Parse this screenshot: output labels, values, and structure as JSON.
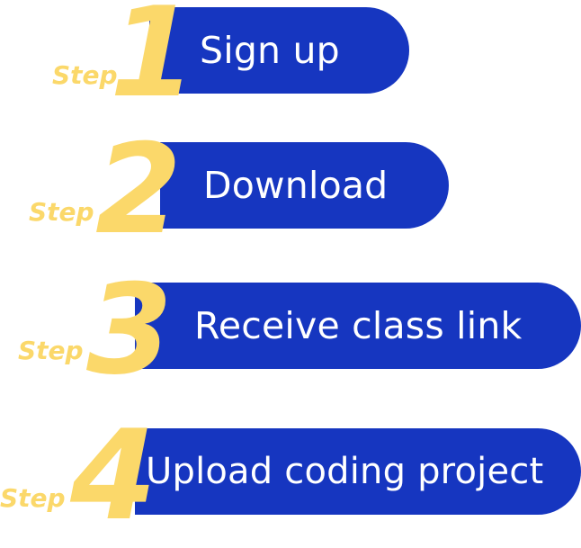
{
  "colors": {
    "pill_background": "#1636c0",
    "pill_text": "#ffffff",
    "step_accent": "#fbd86a"
  },
  "steps": [
    {
      "word": "Step",
      "number": "1",
      "label": "Sign up"
    },
    {
      "word": "Step",
      "number": "2",
      "label": "Download"
    },
    {
      "word": "Step",
      "number": "3",
      "label": "Receive class link"
    },
    {
      "word": "Step",
      "number": "4",
      "label": "Upload coding project"
    }
  ]
}
